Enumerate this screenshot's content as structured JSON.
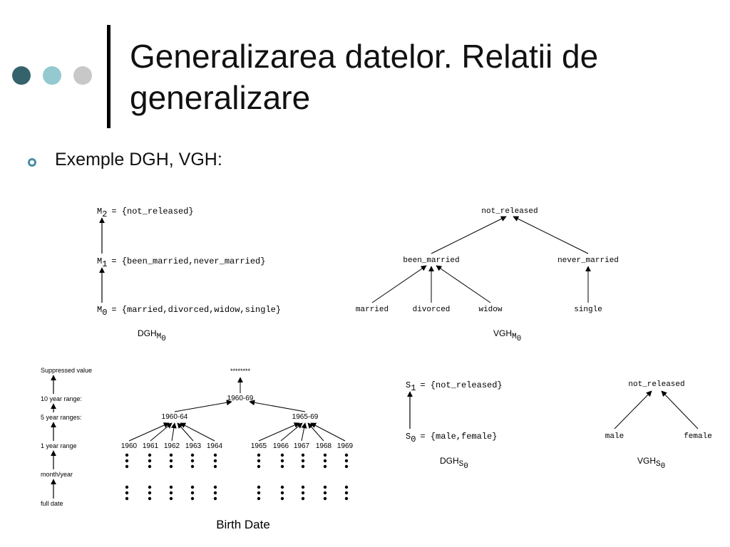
{
  "colors": {
    "dot_dark": "#35636c",
    "dot_mid": "#94c9cf",
    "dot_light": "#c8c8c8",
    "bullet": "#4a8fa6"
  },
  "slide": {
    "title_line1": "Generalizarea datelor. Relatii de",
    "title_line2": "generalizare",
    "bullet": "Exemple DGH, VGH:"
  },
  "dgh_m": {
    "levels": [
      {
        "name": "M",
        "sub": "2",
        "value": "= {not_released}"
      },
      {
        "name": "M",
        "sub": "1",
        "value": "= {been_married,never_married}"
      },
      {
        "name": "M",
        "sub": "0",
        "value": "= {married,divorced,widow,single}"
      }
    ],
    "caption": "DGH",
    "caption_sub": "M",
    "caption_subsub": "0"
  },
  "vgh_m": {
    "root": "not_released",
    "mid": [
      "been_married",
      "never_married"
    ],
    "leaves": [
      "married",
      "divorced",
      "widow",
      "single"
    ],
    "caption": "VGH",
    "caption_sub": "M",
    "caption_subsub": "0"
  },
  "birth": {
    "levels": [
      "Suppressed value",
      "10 year range:",
      "5 year ranges:",
      "1 year range",
      "month/year",
      "full date"
    ],
    "top": "********",
    "decade": "1960-69",
    "halves": [
      "1960-64",
      "1965-69"
    ],
    "years": [
      "1960",
      "1961",
      "1962",
      "1963",
      "1964",
      "1965",
      "1966",
      "1967",
      "1968",
      "1969"
    ],
    "caption": "Birth Date"
  },
  "dgh_s": {
    "levels": [
      {
        "name": "S",
        "sub": "1",
        "value": "= {not_released}"
      },
      {
        "name": "S",
        "sub": "0",
        "value": "= {male,female}"
      }
    ],
    "caption": "DGH",
    "caption_sub": "S",
    "caption_subsub": "0"
  },
  "vgh_s": {
    "root": "not_released",
    "leaves": [
      "male",
      "female"
    ],
    "caption": "VGH",
    "caption_sub": "S",
    "caption_subsub": "0"
  }
}
